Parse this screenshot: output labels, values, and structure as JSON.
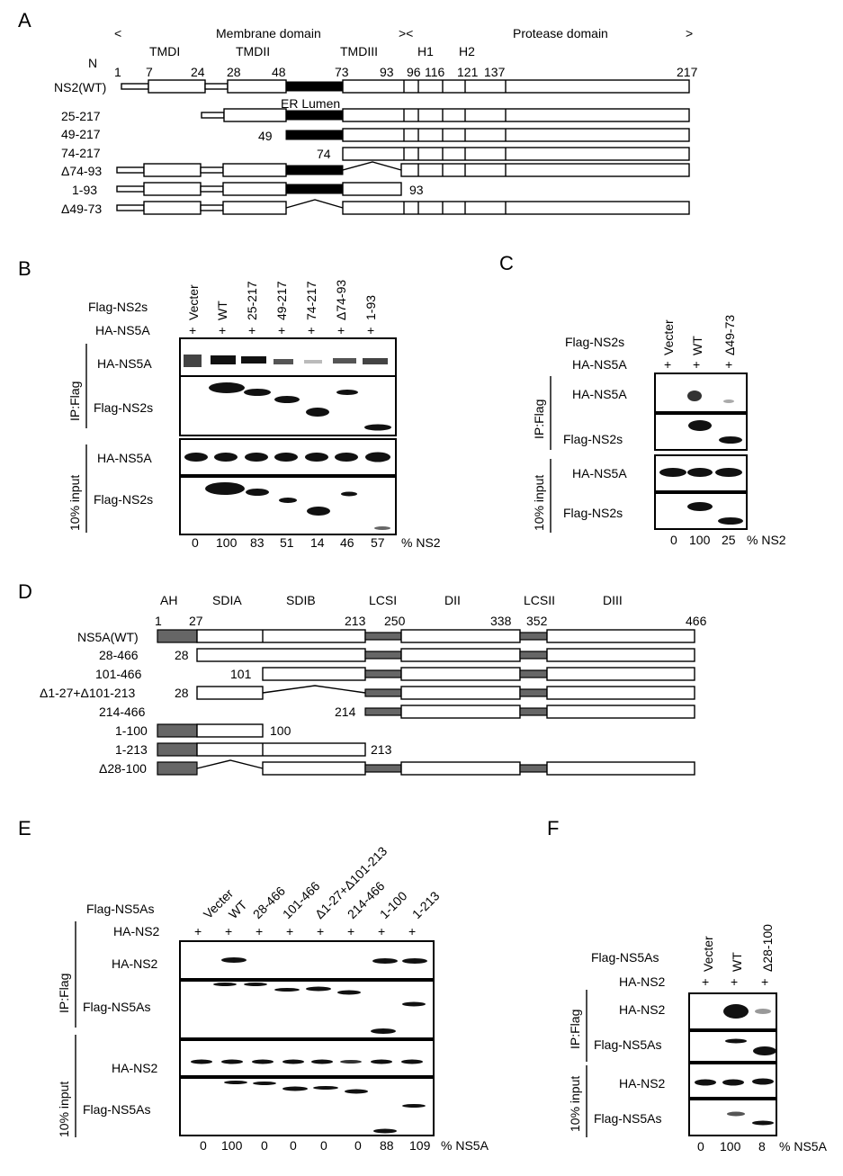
{
  "panelA": {
    "letter": "A",
    "membrane_label": "Membrane domain",
    "protease_label": "Protease domain",
    "lt": "<",
    "gt": ">",
    "split": "><",
    "tmd1": "TMDI",
    "tmd2": "TMDII",
    "tmd3": "TMDIII",
    "h1": "H1",
    "h2": "H2",
    "n_label": "N",
    "positions": [
      "1",
      "7",
      "24",
      "28",
      "48",
      "73",
      "93",
      "96",
      "116",
      "121",
      "137",
      "217"
    ],
    "er_lumen": "ER Lumen",
    "constructs": [
      "NS2(WT)",
      "25-217",
      "49-217",
      "74-217",
      "Δ74-93",
      "1-93",
      "Δ49-73"
    ],
    "marker_49": "49",
    "marker_74": "74",
    "marker_93": "93"
  },
  "panelB": {
    "letter": "B",
    "flag_label": "Flag-NS2s",
    "ha_label": "HA-NS5A",
    "lanes": [
      "Vecter",
      "WT",
      "25-217",
      "49-217",
      "74-217",
      "Δ74-93",
      "1-93"
    ],
    "plus": "+",
    "ip_label": "IP:Flag",
    "input_label": "10% input",
    "row_ha": "HA-NS5A",
    "row_flag": "Flag-NS2s",
    "percents": [
      "0",
      "100",
      "83",
      "51",
      "14",
      "46",
      "57"
    ],
    "percent_unit": "% NS2"
  },
  "panelC": {
    "letter": "C",
    "flag_label": "Flag-NS2s",
    "ha_label": "HA-NS5A",
    "lanes": [
      "Vecter",
      "WT",
      "Δ49-73"
    ],
    "plus": "+",
    "ip_label": "IP:Flag",
    "input_label": "10% input",
    "row_ha": "HA-NS5A",
    "row_flag": "Flag-NS2s",
    "percents": [
      "0",
      "100",
      "25"
    ],
    "percent_unit": "% NS2"
  },
  "panelD": {
    "letter": "D",
    "domains": [
      "AH",
      "SDIA",
      "SDIB",
      "LCSI",
      "DII",
      "LCSII",
      "DIII"
    ],
    "positions": [
      "1",
      "27",
      "213",
      "250",
      "338",
      "352",
      "466"
    ],
    "constructs": [
      "NS5A(WT)",
      "28-466",
      "101-466",
      "Δ1-27+Δ101-213",
      "214-466",
      "1-100",
      "1-213",
      "Δ28-100"
    ],
    "marker_28a": "28",
    "marker_101": "101",
    "marker_28b": "28",
    "marker_214": "214",
    "marker_100": "100",
    "marker_213": "213"
  },
  "panelE": {
    "letter": "E",
    "flag_label": "Flag-NS5As",
    "ha_label": "HA-NS2",
    "lanes": [
      "Vecter",
      "WT",
      "28-466",
      "101-466",
      "Δ1-27+Δ101-213",
      "214-466",
      "1-100",
      "1-213"
    ],
    "plus": "+",
    "ip_label": "IP:Flag",
    "input_label": "10% input",
    "row_ha": "HA-NS2",
    "row_flag": "Flag-NS5As",
    "percents": [
      "0",
      "100",
      "0",
      "0",
      "0",
      "0",
      "88",
      "109"
    ],
    "percent_unit": "% NS5A"
  },
  "panelF": {
    "letter": "F",
    "flag_label": "Flag-NS5As",
    "ha_label": "HA-NS2",
    "lanes": [
      "Vecter",
      "WT",
      "Δ28-100"
    ],
    "plus": "+",
    "ip_label": "IP:Flag",
    "input_label": "10% input",
    "row_ha": "HA-NS2",
    "row_flag": "Flag-NS5As",
    "percents": [
      "0",
      "100",
      "8"
    ],
    "percent_unit": "% NS5A"
  }
}
